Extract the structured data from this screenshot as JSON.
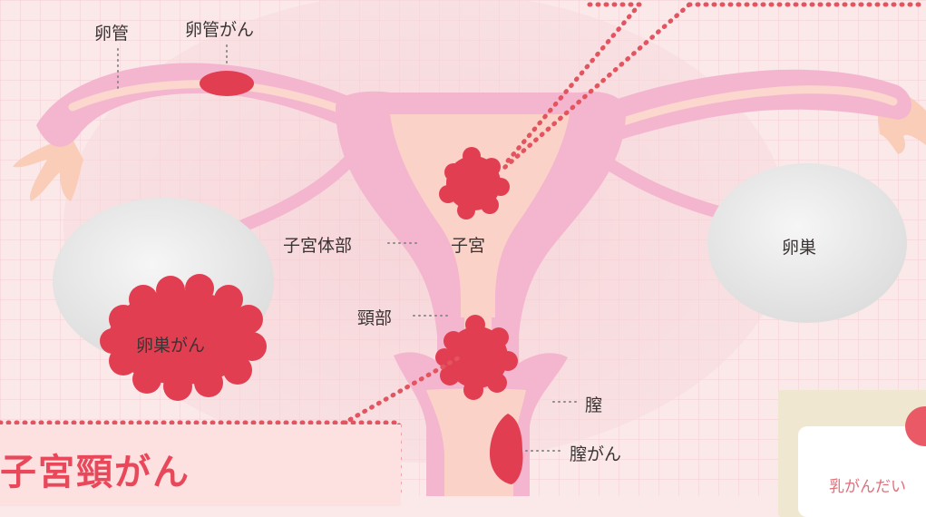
{
  "labels": {
    "fallopian_tube": "卵管",
    "fallopian_tube_cancer": "卵管がん",
    "uterine_body": "子宮体部",
    "uterus": "子宮",
    "cervix": "頸部",
    "ovary": "卵巣",
    "ovarian_cancer": "卵巣がん",
    "vagina": "膣",
    "vaginal_cancer": "膣がん"
  },
  "section_title": "子宮頸がん",
  "side_card_text": "乳がんだい",
  "colors": {
    "background": "#fbe9ea",
    "organ_pink": "#f4b6cf",
    "cavity": "#fbd2c8",
    "tumor_red": "#e23e52",
    "dots": "#e25560",
    "ovary_gray": "#ececec",
    "title_red": "#e8485a"
  }
}
